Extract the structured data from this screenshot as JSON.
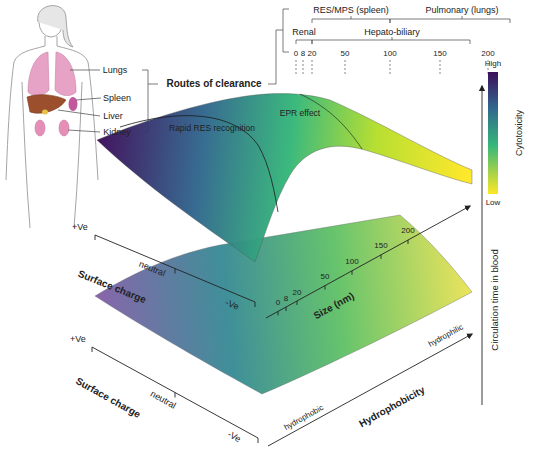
{
  "diagram": {
    "labels": [
      "Lungs",
      "Spleen",
      "Liver",
      "Kidney",
      "Routes of clearance",
      "RES/MPS (spleen)",
      "Pulmonary (lungs)",
      "Renal",
      "Hepato-biliary",
      "0",
      "8",
      "20",
      "50",
      "100",
      "150",
      "200",
      "Rapid RES recognition",
      "EPR effect",
      "High",
      "Cytotoxicity",
      "Low",
      "Circulation time in blood",
      "+Ve",
      "neutral",
      "-Ve",
      "Surface charge",
      "Size (nm)",
      "0",
      "8",
      "20",
      "50",
      "100",
      "150",
      "200",
      "+Ve",
      "neutral",
      "-Ve",
      "Surface charge",
      "Hydrophobicity",
      "hydrophobic",
      "hydrophilic"
    ]
  }
}
